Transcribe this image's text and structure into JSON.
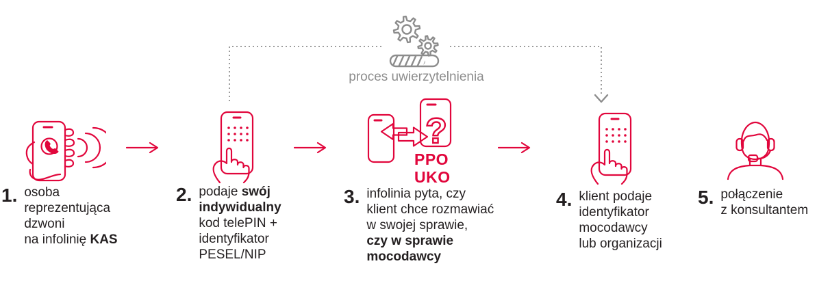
{
  "colors": {
    "accent_red": "#e1063c",
    "text_dark": "#231f20",
    "muted_gray": "#8c8c8c"
  },
  "auth_process": {
    "label": "proces uwierzytelnienia",
    "icon": "gears-progress-icon"
  },
  "step3_codes": {
    "line1": "PPO",
    "line2": "UKO",
    "question_mark": "?"
  },
  "steps": [
    {
      "number": "1.",
      "icon": "hand-holding-phone-call-icon",
      "lines": [
        {
          "segments": [
            {
              "text": "osoba",
              "bold": false
            }
          ]
        },
        {
          "segments": [
            {
              "text": "reprezentująca",
              "bold": false
            }
          ]
        },
        {
          "segments": [
            {
              "text": "dzwoni",
              "bold": false
            }
          ]
        },
        {
          "segments": [
            {
              "text": "na infolinię ",
              "bold": false
            },
            {
              "text": "KAS",
              "bold": true
            }
          ]
        }
      ]
    },
    {
      "number": "2.",
      "icon": "phone-keypad-hand-icon",
      "lines": [
        {
          "segments": [
            {
              "text": "podaje ",
              "bold": false
            },
            {
              "text": "swój",
              "bold": true
            }
          ]
        },
        {
          "segments": [
            {
              "text": "indywidualny",
              "bold": true
            }
          ]
        },
        {
          "segments": [
            {
              "text": "kod telePIN +",
              "bold": false
            }
          ]
        },
        {
          "segments": [
            {
              "text": "identyfikator",
              "bold": false
            }
          ]
        },
        {
          "segments": [
            {
              "text": "PESEL/NIP",
              "bold": false
            }
          ]
        }
      ]
    },
    {
      "number": "3.",
      "icon": "phones-exchange-question-icon",
      "lines": [
        {
          "segments": [
            {
              "text": "infolinia pyta, czy",
              "bold": false
            }
          ]
        },
        {
          "segments": [
            {
              "text": "klient chce rozmawiać",
              "bold": false
            }
          ]
        },
        {
          "segments": [
            {
              "text": "w swojej sprawie,",
              "bold": false
            }
          ]
        },
        {
          "segments": [
            {
              "text": "czy w sprawie",
              "bold": true
            }
          ]
        },
        {
          "segments": [
            {
              "text": "mocodawcy",
              "bold": true
            }
          ]
        }
      ]
    },
    {
      "number": "4.",
      "icon": "phone-keypad-hand-icon",
      "lines": [
        {
          "segments": [
            {
              "text": "klient podaje",
              "bold": false
            }
          ]
        },
        {
          "segments": [
            {
              "text": "identyfikator",
              "bold": false
            }
          ]
        },
        {
          "segments": [
            {
              "text": "mocodawcy",
              "bold": false
            }
          ]
        },
        {
          "segments": [
            {
              "text": "lub organizacji",
              "bold": false
            }
          ]
        }
      ]
    },
    {
      "number": "5.",
      "icon": "consultant-headset-icon",
      "lines": [
        {
          "segments": [
            {
              "text": "połączenie",
              "bold": false
            }
          ]
        },
        {
          "segments": [
            {
              "text": "z konsultantem",
              "bold": false
            }
          ]
        }
      ]
    }
  ]
}
